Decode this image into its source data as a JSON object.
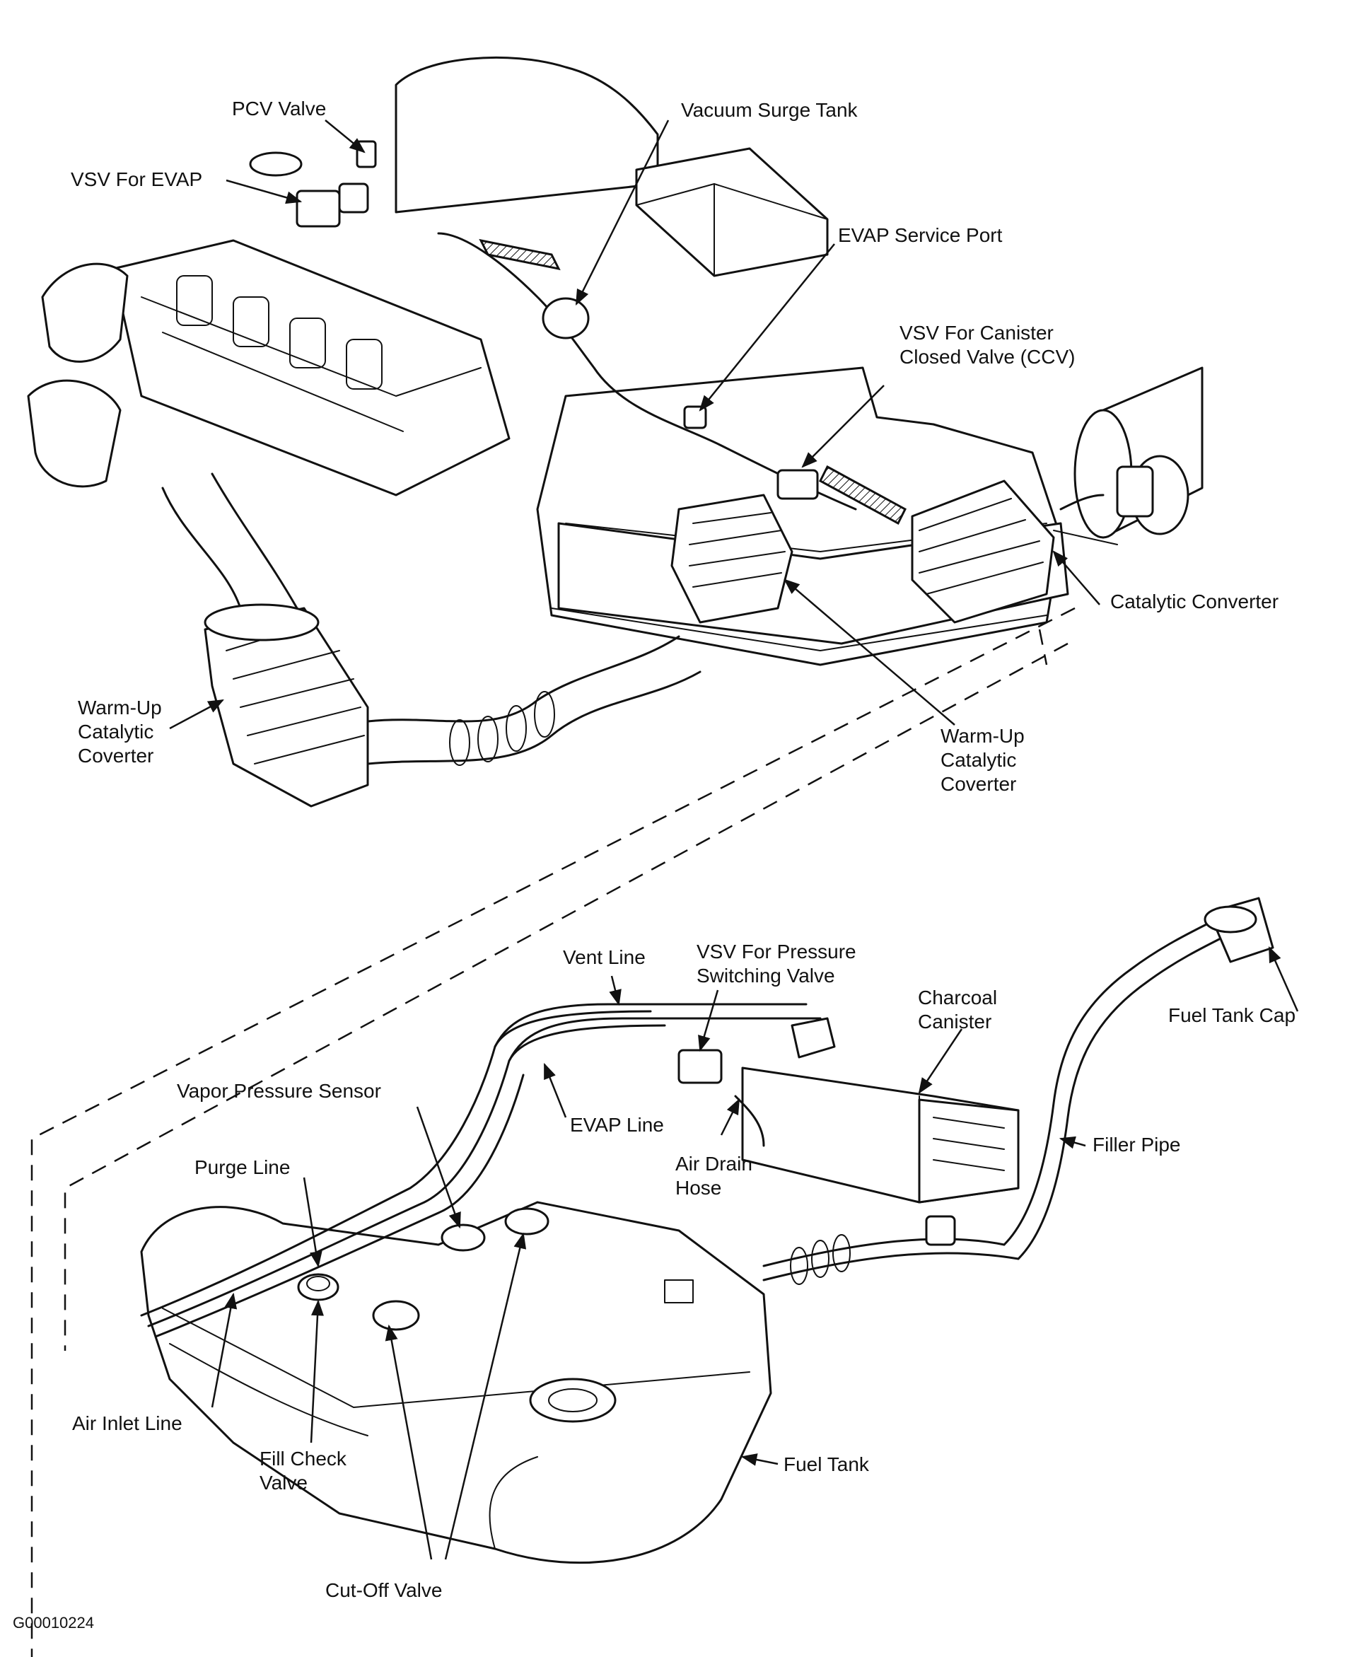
{
  "figure_id": "G00010224",
  "labels": {
    "pcv_valve": "PCV Valve",
    "vacuum_surge_tank": "Vacuum Surge Tank",
    "vsv_evap": "VSV For EVAP",
    "evap_service_port": "EVAP Service Port",
    "vsv_ccv_1": "VSV For Canister",
    "vsv_ccv_2": "Closed Valve (CCV)",
    "catalytic_converter": "Catalytic Converter",
    "warmup_left_1": "Warm-Up",
    "warmup_left_2": "Catalytic",
    "warmup_left_3": "Coverter",
    "warmup_right_1": "Warm-Up",
    "warmup_right_2": "Catalytic",
    "warmup_right_3": "Coverter",
    "vent_line": "Vent Line",
    "vsv_psv_1": "VSV For Pressure",
    "vsv_psv_2": "Switching Valve",
    "charcoal_1": "Charcoal",
    "charcoal_2": "Canister",
    "fuel_tank_cap": "Fuel Tank Cap",
    "vapor_pressure_sensor": "Vapor Pressure Sensor",
    "evap_line": "EVAP Line",
    "air_drain_1": "Air Drain",
    "air_drain_2": "Hose",
    "filler_pipe": "Filler Pipe",
    "purge_line": "Purge Line",
    "air_inlet_line": "Air Inlet Line",
    "fill_check_1": "Fill Check",
    "fill_check_2": "Valve",
    "fuel_tank": "Fuel Tank",
    "cut_off_valve": "Cut-Off Valve"
  }
}
